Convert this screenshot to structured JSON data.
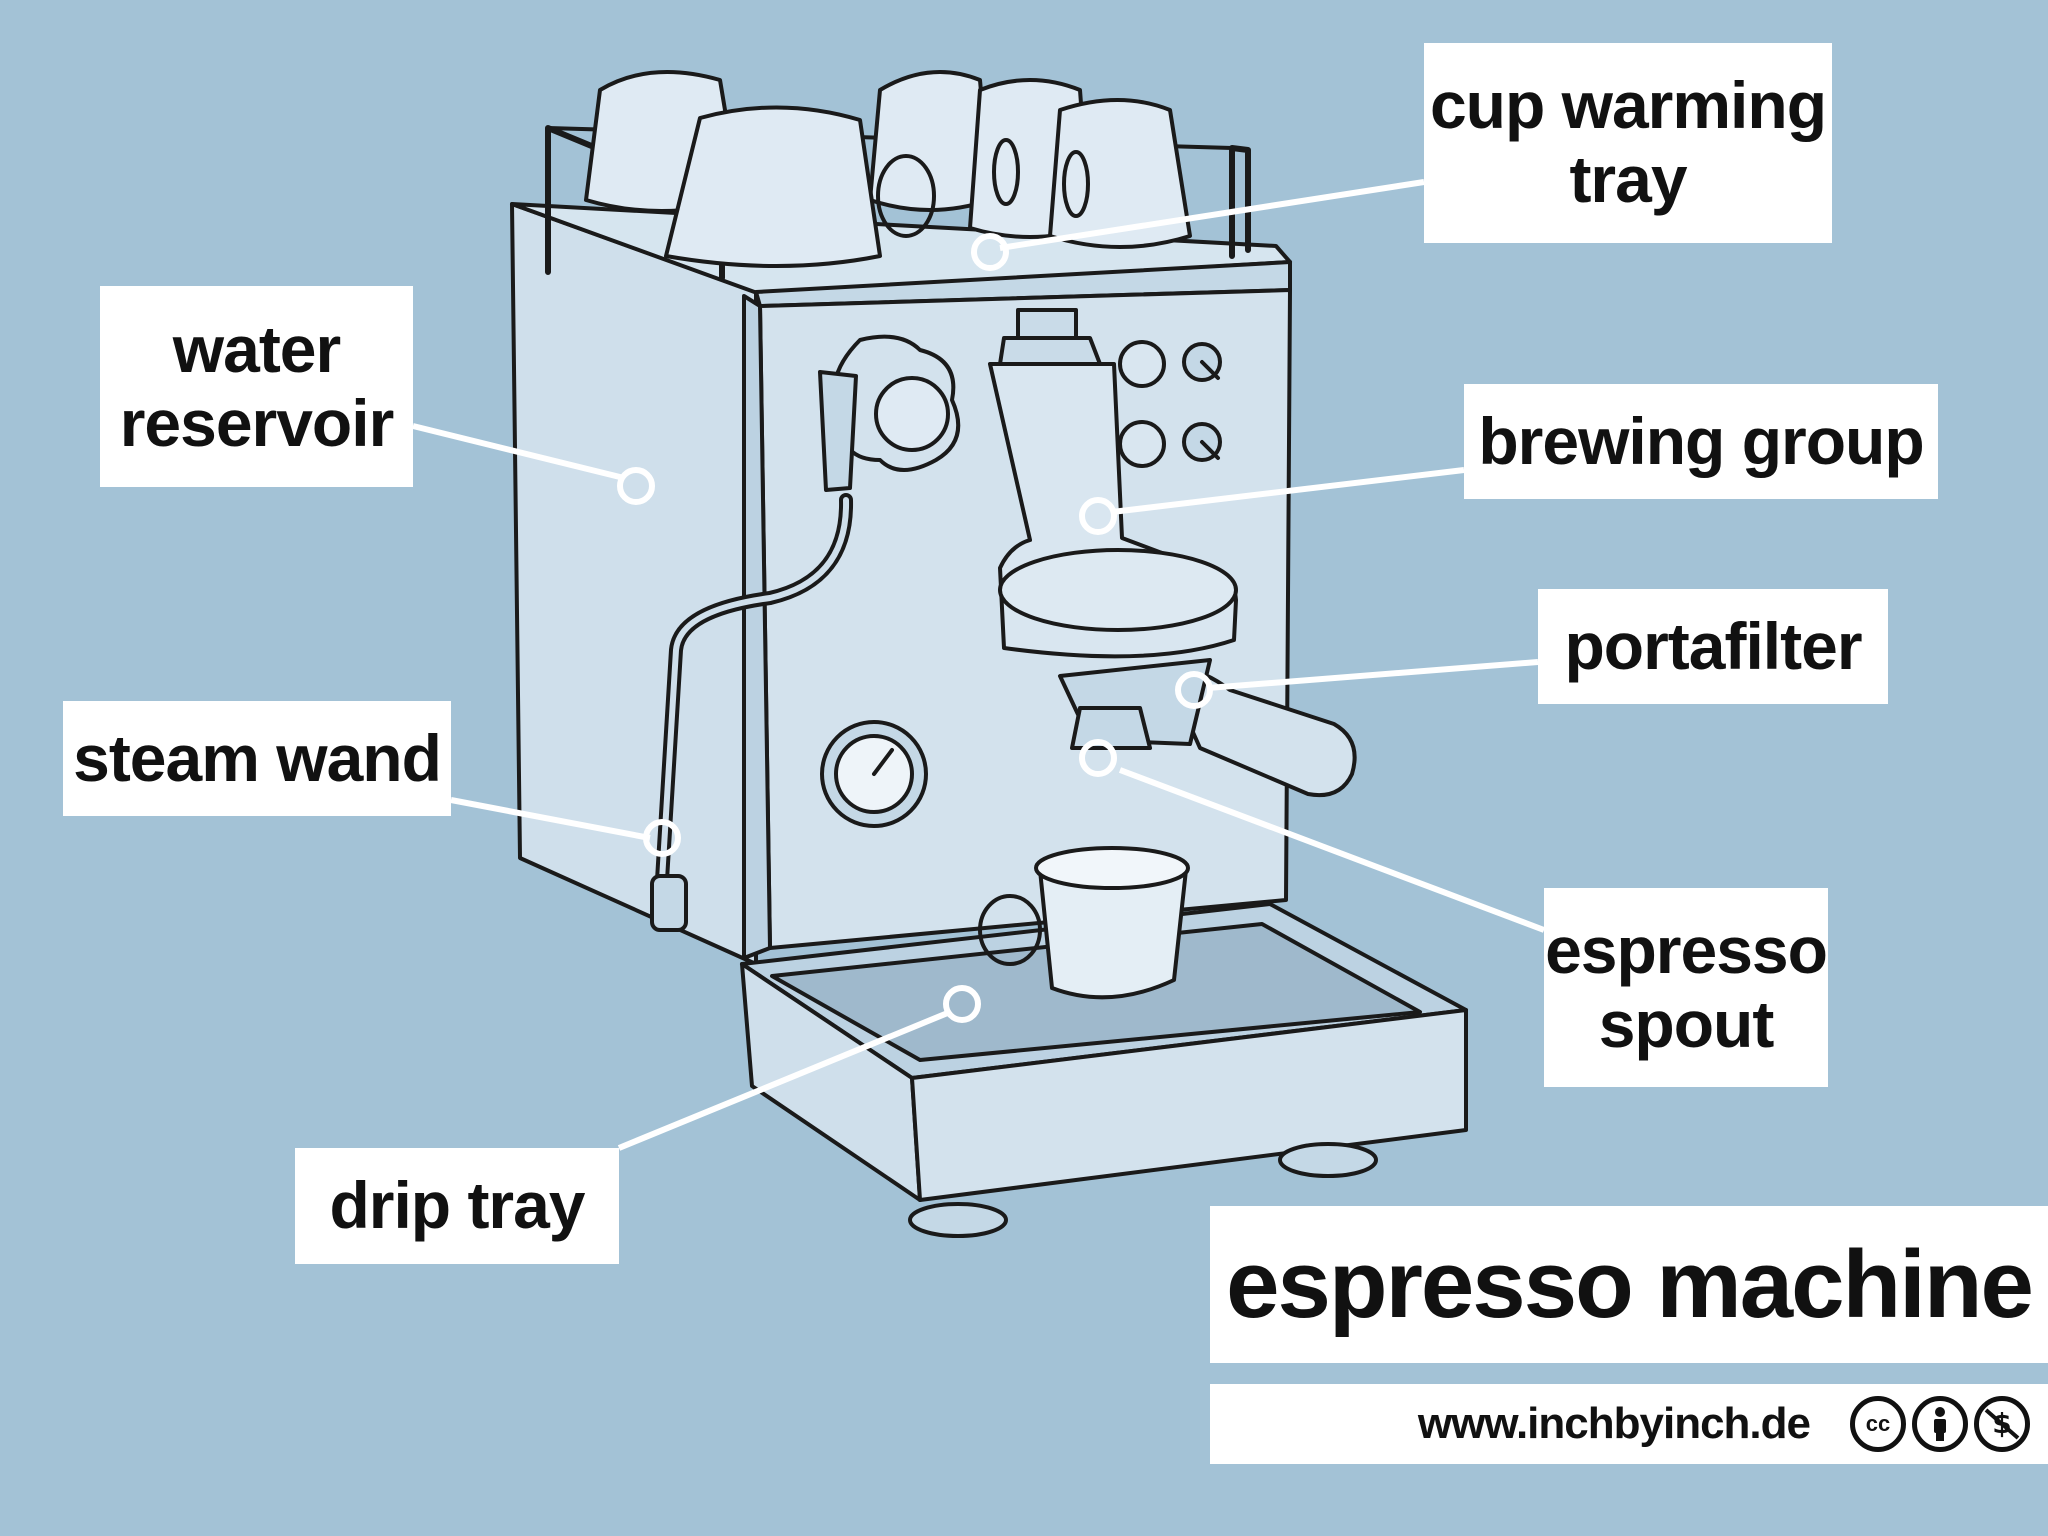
{
  "labels": {
    "cup_warming_tray": [
      "cup warming",
      "tray"
    ],
    "water_reservoir": [
      "water",
      "reservoir"
    ],
    "brewing_group": [
      "brewing group"
    ],
    "portafilter": [
      "portafilter"
    ],
    "steam_wand": [
      "steam wand"
    ],
    "espresso_spout": [
      "espresso",
      "spout"
    ],
    "drip_tray": [
      "drip tray"
    ]
  },
  "title": "espresso machine",
  "footer": {
    "url": "www.inchbyinch.de",
    "license_icons": [
      "cc-icon",
      "by-attribution-icon",
      "non-commercial-icon"
    ]
  },
  "colors": {
    "background": "#a3c2d6",
    "machine_fill": "#d8e6f0",
    "machine_shade": "#bcd2e2",
    "outline": "#1a1a1a",
    "leader": "#ffffff",
    "label_bg": "#ffffff"
  }
}
